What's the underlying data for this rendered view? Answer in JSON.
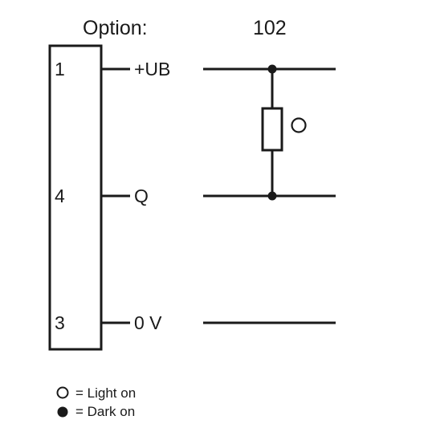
{
  "header": {
    "option_label": "Option:",
    "option_value": "102"
  },
  "connector": {
    "pins": [
      {
        "number": "1",
        "signal": "+UB"
      },
      {
        "number": "4",
        "signal": "Q"
      },
      {
        "number": "3",
        "signal": "0 V"
      }
    ]
  },
  "circuit": {
    "load_mark": "open-circle",
    "junction_mark": "filled-dot"
  },
  "legend": {
    "items": [
      {
        "symbol": "open-circle",
        "text": "= Light on"
      },
      {
        "symbol": "filled-circle",
        "text": "= Dark on"
      }
    ]
  },
  "colors": {
    "line": "#1a1a1a",
    "background": "#ffffff"
  }
}
